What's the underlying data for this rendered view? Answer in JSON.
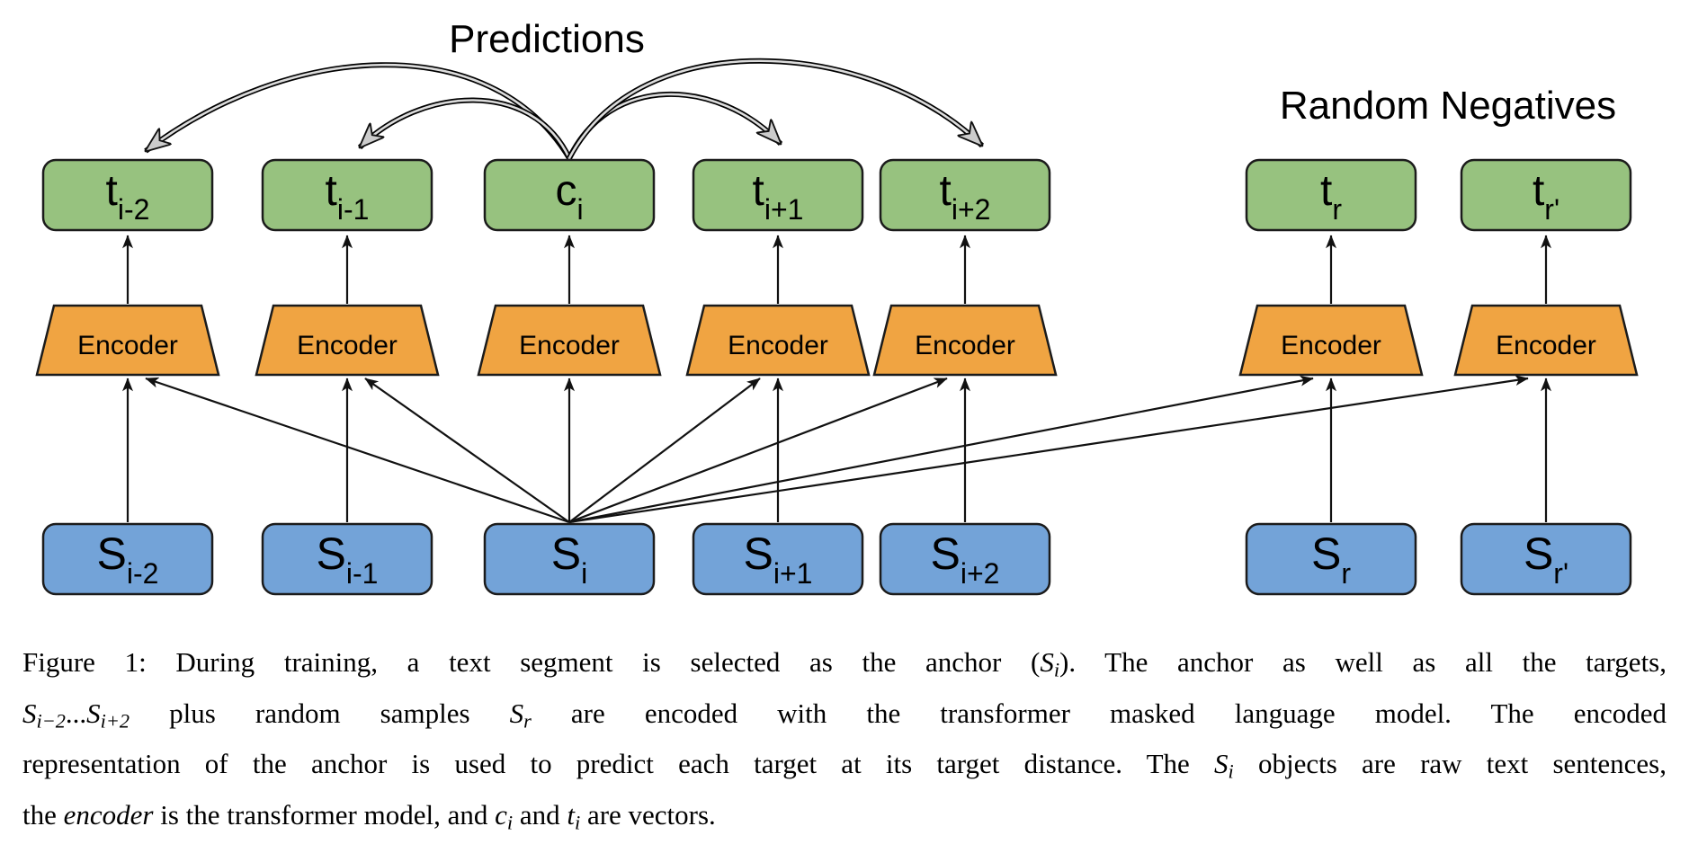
{
  "diagram": {
    "predictions_label": "Predictions",
    "random_negatives_label": "Random Negatives",
    "encoder_label": "Encoder",
    "colors": {
      "target_green": "#97C27F",
      "encoder_orange": "#F0A442",
      "source_blue": "#73A3D8",
      "arc_ribbon_gray": "#DCDCDC",
      "arc_arrowhead_gray": "#CCCCCC",
      "outline_black": "#1B1B1B"
    },
    "columns": [
      {
        "target_base": "t",
        "target_sub": "i-2",
        "source_base": "S",
        "source_sub": "i-2",
        "role": "context"
      },
      {
        "target_base": "t",
        "target_sub": "i-1",
        "source_base": "S",
        "source_sub": "i-1",
        "role": "context"
      },
      {
        "target_base": "c",
        "target_sub": "i",
        "source_base": "S",
        "source_sub": "i",
        "role": "anchor"
      },
      {
        "target_base": "t",
        "target_sub": "i+1",
        "source_base": "S",
        "source_sub": "i+1",
        "role": "context"
      },
      {
        "target_base": "t",
        "target_sub": "i+2",
        "source_base": "S",
        "source_sub": "i+2",
        "role": "context"
      },
      {
        "target_base": "t",
        "target_sub": "r",
        "source_base": "S",
        "source_sub": "r",
        "role": "random"
      },
      {
        "target_base": "t",
        "target_sub": "r'",
        "source_base": "S",
        "source_sub": "r'",
        "role": "random"
      }
    ]
  },
  "caption": {
    "lines": [
      [
        {
          "t": "Figure 1: During training, a text segment is selected as the anchor (",
          "s": "r"
        },
        {
          "t": "S",
          "s": "m"
        },
        {
          "t": "i",
          "s": "s"
        },
        {
          "t": "). The anchor as well as all the targets,",
          "s": "r"
        }
      ],
      [
        {
          "t": "S",
          "s": "m"
        },
        {
          "t": "i−2",
          "s": "s"
        },
        {
          "t": "...",
          "s": "r"
        },
        {
          "t": "S",
          "s": "m"
        },
        {
          "t": "i+2",
          "s": "s"
        },
        {
          "t": " plus random samples ",
          "s": "r"
        },
        {
          "t": "S",
          "s": "m"
        },
        {
          "t": "r",
          "s": "s"
        },
        {
          "t": " are encoded with the transformer masked language model. The encoded",
          "s": "r"
        }
      ],
      [
        {
          "t": "representation of the anchor is used to predict each target at its target distance. The ",
          "s": "r"
        },
        {
          "t": "S",
          "s": "m"
        },
        {
          "t": "i",
          "s": "s"
        },
        {
          "t": " objects are raw text sentences,",
          "s": "r"
        }
      ],
      [
        {
          "t": "the ",
          "s": "r"
        },
        {
          "t": "encoder",
          "s": "m"
        },
        {
          "t": " is the transformer model, and ",
          "s": "r"
        },
        {
          "t": "c",
          "s": "m"
        },
        {
          "t": "i",
          "s": "s"
        },
        {
          "t": " and ",
          "s": "r"
        },
        {
          "t": "t",
          "s": "m"
        },
        {
          "t": "i",
          "s": "s"
        },
        {
          "t": " are vectors.",
          "s": "r"
        }
      ]
    ]
  }
}
